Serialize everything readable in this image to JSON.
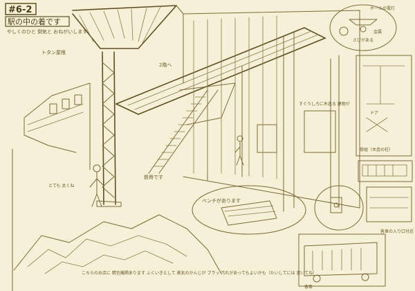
{
  "header": {
    "scene_id": "#6-2",
    "title": "駅の中の着です",
    "subtitle": "やしくのひと 倒気と おねがいします"
  },
  "labels": {
    "roof_truss": "トタン屋根",
    "stairs": "2階へ",
    "bench": "ベンチがあります",
    "iron_pillar": "鉄骨です",
    "lattice_pillar": "とても 太くね",
    "back_building": "すぐうしろに木造る 建物が",
    "structure_note": "骨組（木造の柱）",
    "lamp_top": "ホールの電灯",
    "lamp_mid": "金属",
    "lamp_bottom": "さびがある",
    "wall_sign": "ドア",
    "train_car": "客車",
    "train_note": "客車の入り口付近",
    "bottom_note": "こちらのお店に 精包機関あります ふくいきとして 蒸気のかんじが ブラッ 汚れがあってもよいかも（たいしてには 書いてね）"
  }
}
